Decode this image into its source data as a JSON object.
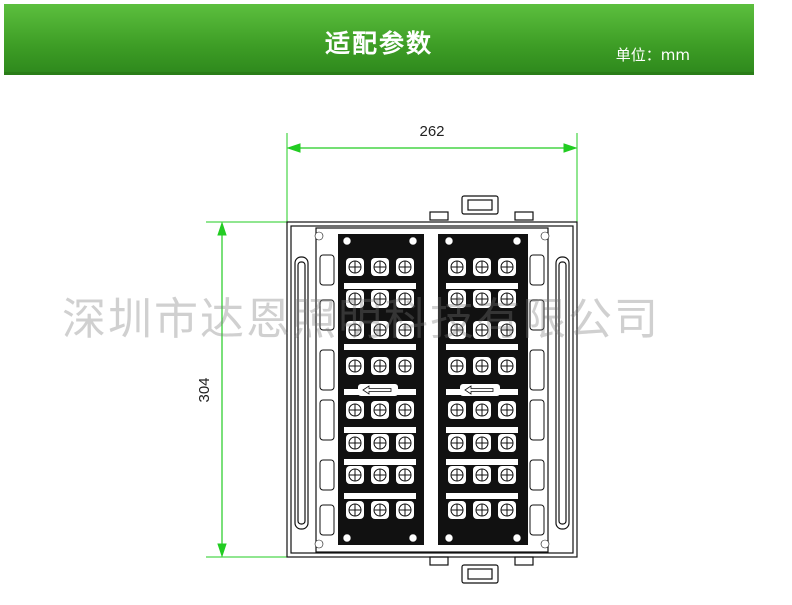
{
  "header": {
    "title": "适配参数",
    "unit_label": "单位：mm",
    "bg_color": "#44a72b"
  },
  "diagram": {
    "width_dimension": "262",
    "height_dimension": "304",
    "dimension_line_color": "#22cc22",
    "body_color": "#111111"
  },
  "watermark": {
    "text": "深圳市达恩照明科技有限公司"
  }
}
